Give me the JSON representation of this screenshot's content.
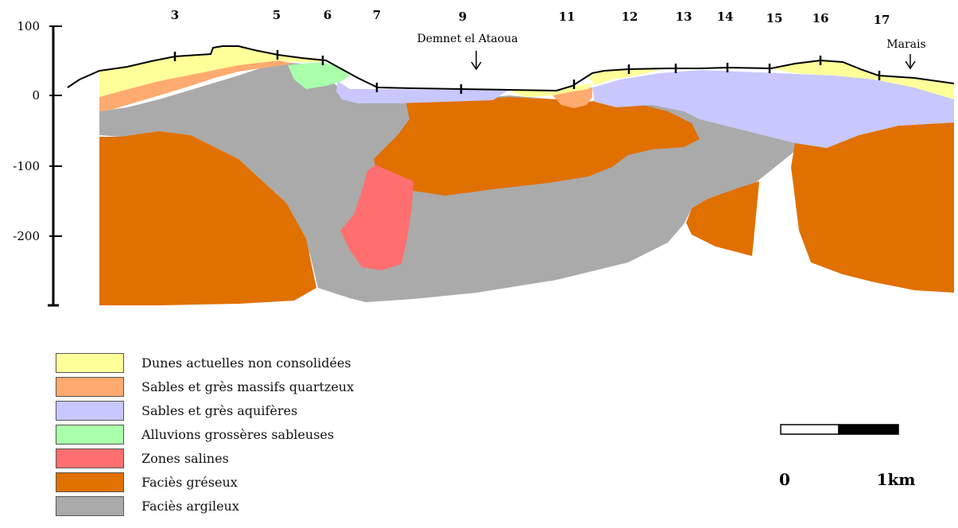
{
  "axis": {
    "y_ticks": [
      "100",
      "0",
      "-100",
      "-200"
    ]
  },
  "wells": [
    "3",
    "5",
    "6",
    "7",
    "9",
    "11",
    "12",
    "13",
    "14",
    "15",
    "16",
    "17"
  ],
  "annotations": {
    "demnet": "Demnet el Ataoua",
    "marais": "Marais"
  },
  "legend": [
    {
      "label": "Dunes actuelles non consolidées",
      "color": "#ffff99"
    },
    {
      "label": "Sables et grès massifs quartzeux",
      "color": "#ffaa6e"
    },
    {
      "label": "Sables et grès aquifères",
      "color": "#c8c8ff"
    },
    {
      "label": "Alluvions grossères sableuses",
      "color": "#aaffaa"
    },
    {
      "label": "Zones salines",
      "color": "#ff6f6f"
    },
    {
      "label": "Faciès gréseux",
      "color": "#e07000"
    },
    {
      "label": "Faciès argileux",
      "color": "#aaaaaa"
    }
  ],
  "scale_bar": {
    "start_label": "0",
    "end_label": "1km"
  }
}
